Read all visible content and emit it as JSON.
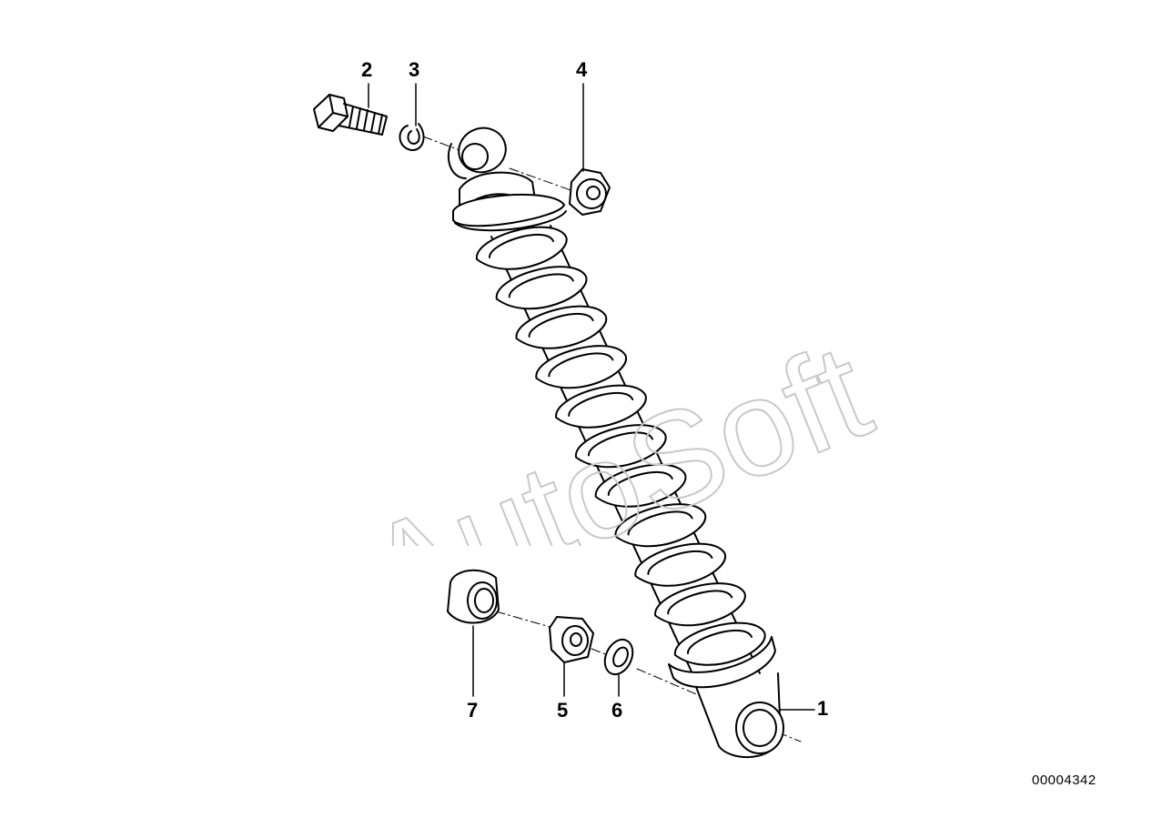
{
  "diagram": {
    "callouts": [
      {
        "id": "1",
        "label": "1"
      },
      {
        "id": "2",
        "label": "2"
      },
      {
        "id": "3",
        "label": "3"
      },
      {
        "id": "4",
        "label": "4"
      },
      {
        "id": "5",
        "label": "5"
      },
      {
        "id": "6",
        "label": "6"
      },
      {
        "id": "7",
        "label": "7"
      }
    ],
    "reference_number": "00004342",
    "watermark": "AutoSoft"
  }
}
